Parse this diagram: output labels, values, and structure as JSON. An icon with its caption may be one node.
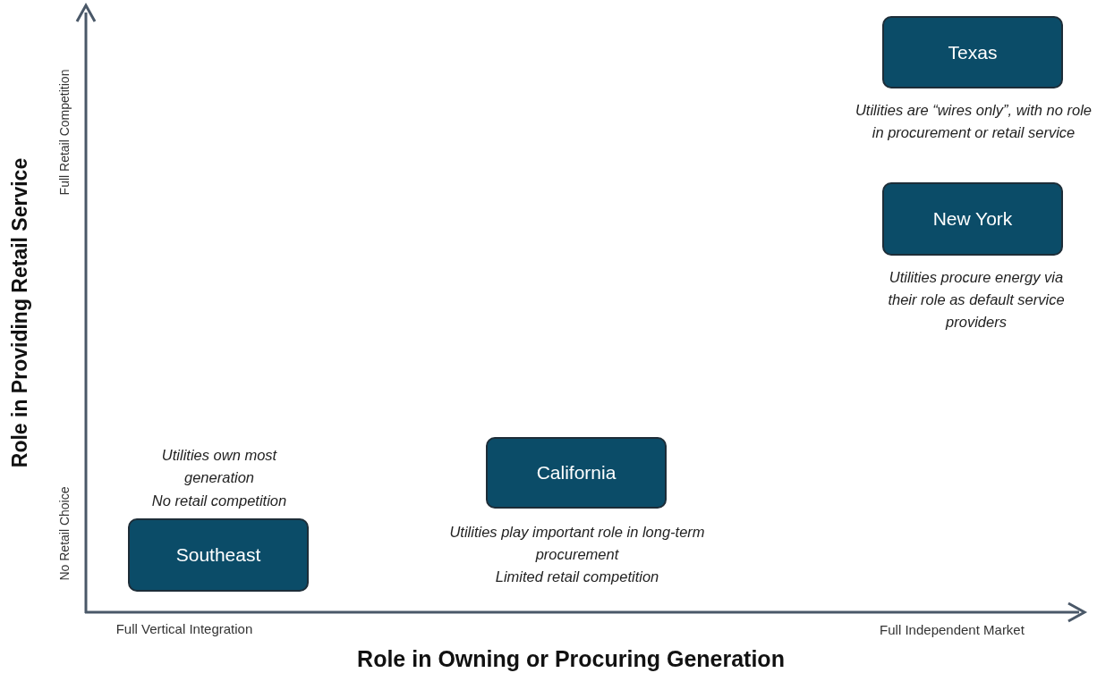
{
  "diagram": {
    "nodes": [
      {
        "text": [
          "Texas"
        ],
        "beside": [
          "Utilities are “wires only”, with no role in procurement or retail service"
        ]
      },
      {
        "text": [
          "New York"
        ],
        "beside": [
          "Utilities procure energy via their role as default service providers"
        ]
      },
      {
        "text": [
          "California"
        ],
        "beside": [
          "Utilities play important role in long-term procurement",
          "Limited retail competition"
        ]
      },
      {
        "text": [
          "Southeast"
        ],
        "beside": [
          "Utilities own most generation",
          "No retail competition"
        ]
      }
    ],
    "labels": [
      "Role in Providing Retail Service",
      "Full Retail Competition",
      "No Retail Choice",
      "Full Vertical Integration",
      "Full Independent Market",
      "Role in Owning or Procuring Generation"
    ]
  }
}
